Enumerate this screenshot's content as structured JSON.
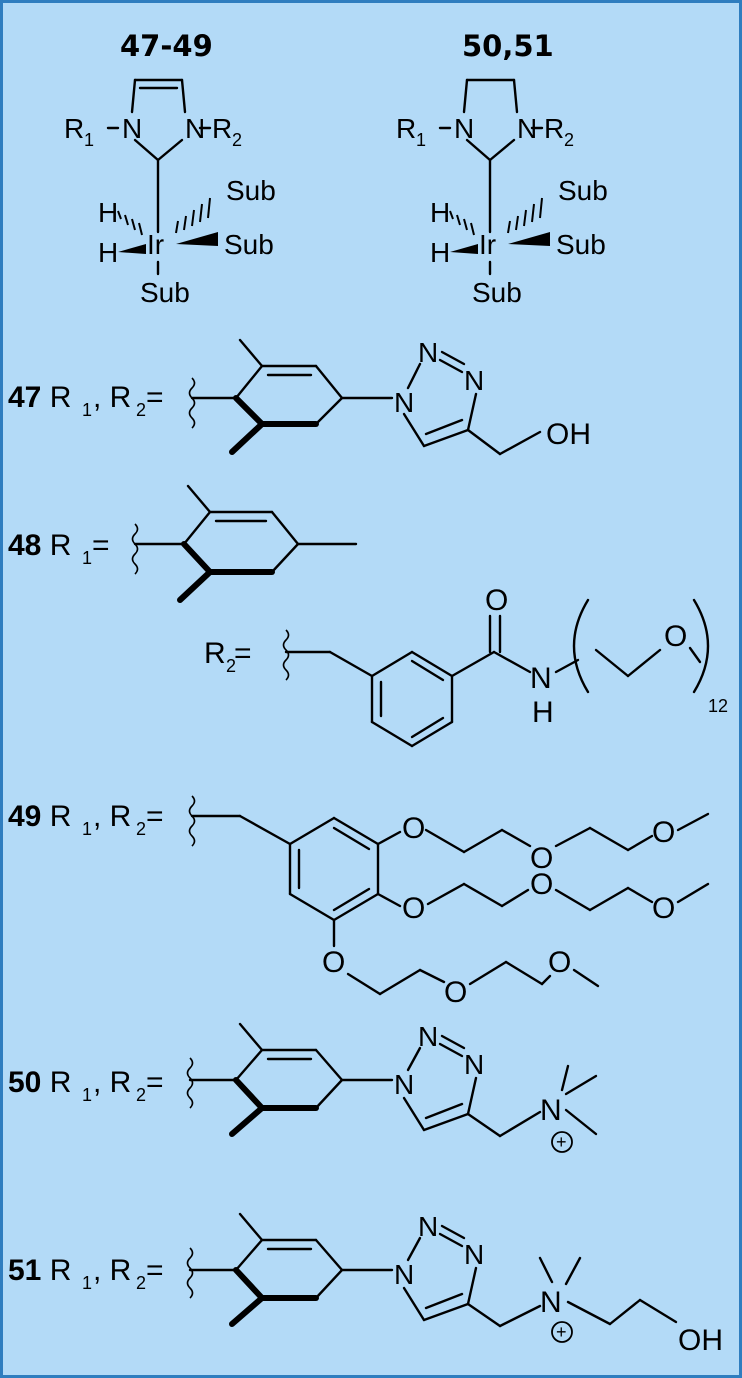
{
  "header": {
    "left_compounds": "47-49",
    "right_compounds": "50,51"
  },
  "complex": {
    "R1": "R",
    "R2": "R",
    "sub1": "1",
    "sub2": "2",
    "N": "N",
    "H": "H",
    "metal": "Ir",
    "ligand": "Sub"
  },
  "entries": {
    "e47": {
      "num": "47",
      "label": " R",
      "s1": "1",
      "mid": ", R",
      "s2": "2",
      "eq": " ="
    },
    "e48": {
      "num": "48",
      "label": " R",
      "s1": "1",
      "eq": " =",
      "r2": "R",
      "s2": "2",
      "r2eq": " ="
    },
    "e49": {
      "num": "49",
      "label": " R",
      "s1": "1",
      "mid": ", R",
      "s2": "2",
      "eq": " ="
    },
    "e50": {
      "num": "50",
      "label": " R",
      "s1": "1",
      "mid": ", R",
      "s2": "2",
      "eq": " ="
    },
    "e51": {
      "num": "51",
      "label": " R",
      "s1": "1",
      "mid": ", R",
      "s2": "2",
      "eq": " ="
    }
  },
  "atoms": {
    "N": "N",
    "O": "O",
    "H": "H",
    "OH": "OH",
    "plus": "+",
    "repeat": "12"
  }
}
